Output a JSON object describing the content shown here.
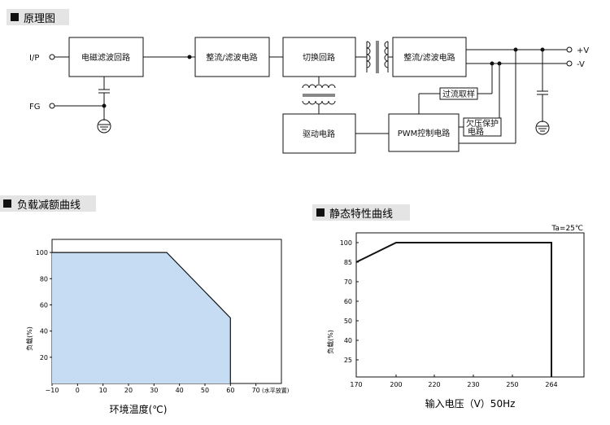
{
  "sections": {
    "schematic_title": "原理图",
    "derating_title": "负载减额曲线",
    "static_title": "静态特性曲线"
  },
  "schematic": {
    "input_label": "I/P",
    "fg_label": "FG",
    "out_pos_label": "+V",
    "out_neg_label": "-V",
    "blocks": {
      "emi_filter": "电磁滤波回路",
      "rectifier_in": "整流/滤波电路",
      "switching": "切换回路",
      "rectifier_out": "整流/滤波电路",
      "driver": "驱动电路",
      "pwm": "PWM控制电路",
      "current_sense": "过流取样",
      "uvp_line1": "欠压保护",
      "uvp_line2": "电路"
    }
  },
  "chart_data": [
    {
      "type": "area",
      "title": "负载减额曲线",
      "xlabel": "环境温度(℃)",
      "ylabel": "负载(%)",
      "x_ticks": [
        "-10",
        "0",
        "10",
        "20",
        "30",
        "40",
        "50",
        "60",
        "70"
      ],
      "x_tick_note": "(水平放置)",
      "y_ticks": [
        "20",
        "40",
        "60",
        "80",
        "100"
      ],
      "xlim": [
        -10,
        80
      ],
      "ylim": [
        0,
        110
      ],
      "x": [
        -10,
        35,
        60,
        60
      ],
      "y": [
        100,
        100,
        50,
        0
      ],
      "fill_color": "#c5dcf3"
    },
    {
      "type": "line",
      "title": "静态特性曲线",
      "annotation": "Ta=25℃",
      "xlabel": "输入电压（V）50Hz",
      "ylabel": "负载(%)",
      "x_ticks": [
        "170",
        "200",
        "220",
        "230",
        "250",
        "264"
      ],
      "y_ticks": [
        "25",
        "40",
        "50",
        "60",
        "70",
        "85",
        "100"
      ],
      "x": [
        170,
        200,
        264,
        264
      ],
      "y": [
        85,
        100,
        100,
        0
      ]
    }
  ]
}
